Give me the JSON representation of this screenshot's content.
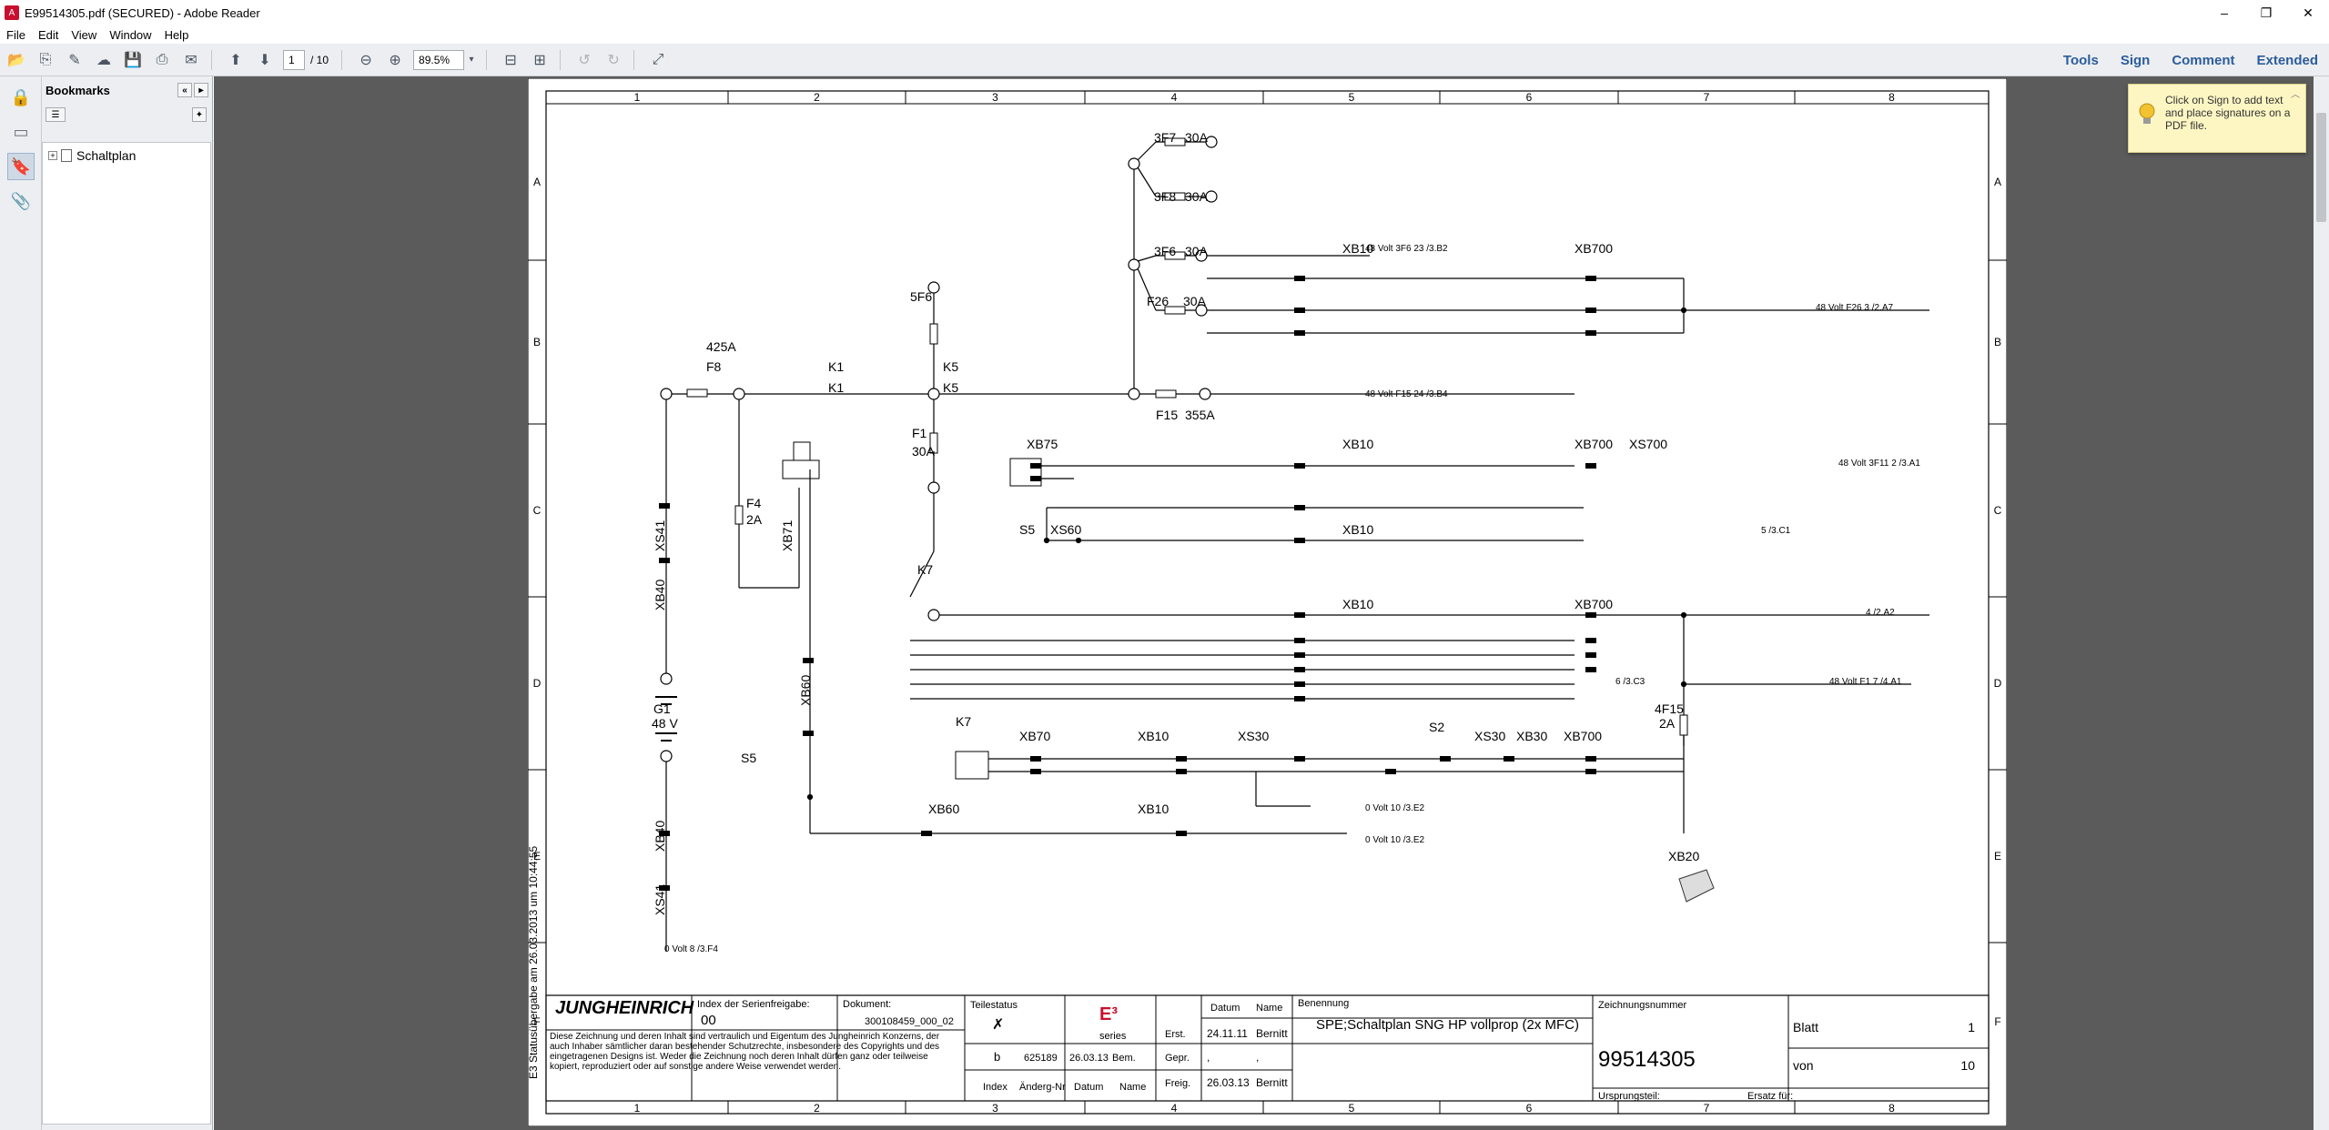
{
  "window": {
    "title": "E99514305.pdf (SECURED) - Adobe Reader",
    "minimize": "–",
    "maximize": "❐",
    "close": "✕"
  },
  "menu": [
    "File",
    "Edit",
    "View",
    "Window",
    "Help"
  ],
  "toolbar": {
    "page_current": "1",
    "page_total": "/ 10",
    "zoom": "89.5%",
    "tabs": [
      "Tools",
      "Sign",
      "Comment",
      "Extended"
    ]
  },
  "bookmarks": {
    "title": "Bookmarks",
    "items": [
      {
        "label": "Schaltplan"
      }
    ]
  },
  "tooltip": {
    "text": "Click on Sign to add text and place signatures on a PDF file."
  },
  "drawing": {
    "columns": [
      "1",
      "2",
      "3",
      "4",
      "5",
      "6",
      "7",
      "8"
    ],
    "rows": [
      "A",
      "B",
      "C",
      "D",
      "E",
      "F"
    ],
    "side_stamp": "E3 Statusübergabe am 26.03.2013 um 10:44:55",
    "labels": [
      {
        "text": "3F7"
      },
      {
        "text": "30A"
      },
      {
        "text": "3F8"
      },
      {
        "text": "30A"
      },
      {
        "text": "3F6"
      },
      {
        "text": "30A"
      },
      {
        "text": "F26"
      },
      {
        "text": "30A"
      },
      {
        "text": "5F6"
      },
      {
        "text": "425A"
      },
      {
        "text": "F8"
      },
      {
        "text": "K1"
      },
      {
        "text": "K5"
      },
      {
        "text": "K1"
      },
      {
        "text": "K5"
      },
      {
        "text": "F15"
      },
      {
        "text": "355A"
      },
      {
        "text": "F1"
      },
      {
        "text": "30A"
      },
      {
        "text": "XB75"
      },
      {
        "text": "XB10"
      },
      {
        "text": "XB700"
      },
      {
        "text": "XS700"
      },
      {
        "text": "F4"
      },
      {
        "text": "2A"
      },
      {
        "text": "XB71"
      },
      {
        "text": "S5"
      },
      {
        "text": "XS60"
      },
      {
        "text": "XB10"
      },
      {
        "text": "XS41"
      },
      {
        "text": "XB40"
      },
      {
        "text": "K7"
      },
      {
        "text": "XB10"
      },
      {
        "text": "XB700"
      },
      {
        "text": "XB60"
      },
      {
        "text": "G1"
      },
      {
        "text": "48 V"
      },
      {
        "text": "K7"
      },
      {
        "text": "XB70"
      },
      {
        "text": "XB10"
      },
      {
        "text": "XS30"
      },
      {
        "text": "S2"
      },
      {
        "text": "XS30"
      },
      {
        "text": "XB30"
      },
      {
        "text": "XB700"
      },
      {
        "text": "4F15"
      },
      {
        "text": "2A"
      },
      {
        "text": "S5"
      },
      {
        "text": "XB60"
      },
      {
        "text": "XB10"
      },
      {
        "text": "XB20"
      },
      {
        "text": "XB40"
      },
      {
        "text": "XS41"
      },
      {
        "text": "XB10"
      },
      {
        "text": "XB700"
      }
    ],
    "refs": [
      "48 Volt 3F6 23 /3.B2",
      "48 Volt F26 3 /2.A7",
      "48 Volt F15 24 /3.B4",
      "48 Volt 3F11 2 /3.A1",
      "5 /3.C1",
      "4 /2.A2",
      "6 /3.C3",
      "48 Volt F1 7 /4.A1",
      "0 Volt 10 /3.E2",
      "0 Volt 10 /3.E2",
      "0 Volt 8 /3.F4"
    ],
    "title_block": {
      "company": "JUNGHEINRICH",
      "index_label": "Index der Serienfreigabe:",
      "index_value": "00",
      "doc_label": "Dokument:",
      "doc_value": "300108459_000_02",
      "notice": "Diese Zeichnung und deren Inhalt sind vertraulich und Eigentum des Jungheinrich Konzerns, der auch Inhaber sämtlicher daran bestehender Schutzrechte, insbesondere des Copyrights und des eingetragenen Designs ist. Weder die Zeichnung noch deren Inhalt dürfen ganz oder teilweise kopiert, reproduziert oder auf sonstige andere Weise verwendet werden.",
      "teilestatus": "Teilestatus",
      "series": "series",
      "rev_index": "b",
      "rev_change": "625189",
      "rev_date": "26.03.13",
      "rev_note": "Bem.",
      "col_index": "Index",
      "col_change": "Änderg-Nr",
      "col_date": "Datum",
      "col_name": "Name",
      "datum_h": "Datum",
      "name_h": "Name",
      "erst": "Erst.",
      "erst_date": "24.11.11",
      "erst_name": "Bernitt",
      "gepr": "Gepr.",
      "gepr_date": ",",
      "gepr_name": ",",
      "freig": "Freig.",
      "freig_date": "26.03.13",
      "freig_name": "Bernitt",
      "benennung_label": "Benennung",
      "benennung": "SPE;Schaltplan SNG HP vollprop (2x MFC)",
      "zn_label": "Zeichnungsnummer",
      "zn": "99514305",
      "ursprung": "Ursprungsteil:",
      "ersatz": "Ersatz für:",
      "blatt_label": "Blatt",
      "blatt": "1",
      "von_label": "von",
      "von": "10"
    }
  }
}
